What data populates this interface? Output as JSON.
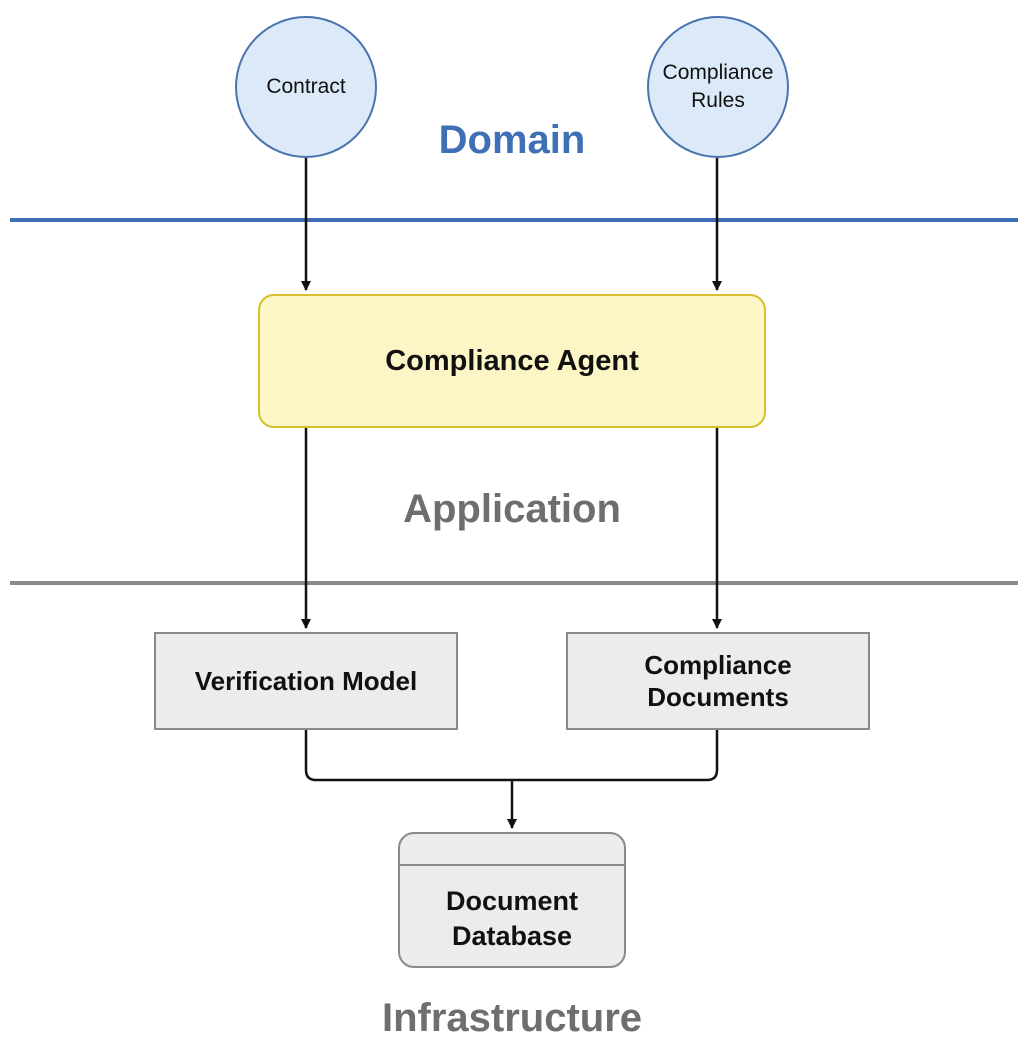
{
  "layers": {
    "domain": {
      "label": "Domain",
      "color": "#3f6fb5"
    },
    "application": {
      "label": "Application",
      "color": "#6e6e6e"
    },
    "infrastructure": {
      "label": "Infrastructure",
      "color": "#6e6e6e"
    }
  },
  "nodes": {
    "contract": "Contract",
    "compliance_rules": "Compliance\nRules",
    "compliance_agent": "Compliance Agent",
    "verification_model": "Verification Model",
    "compliance_documents": "Compliance\nDocuments",
    "document_database": "Document\nDatabase"
  },
  "colors": {
    "domain_node_fill": "#dce9f8",
    "domain_node_stroke": "#4a74ad",
    "agent_fill": "#fcf5c5",
    "agent_stroke": "#d9bf2c",
    "infra_fill": "#ececec",
    "infra_stroke": "#8a8a8a",
    "domain_divider": "#3f6fb5",
    "application_divider": "#8a8a8a"
  }
}
